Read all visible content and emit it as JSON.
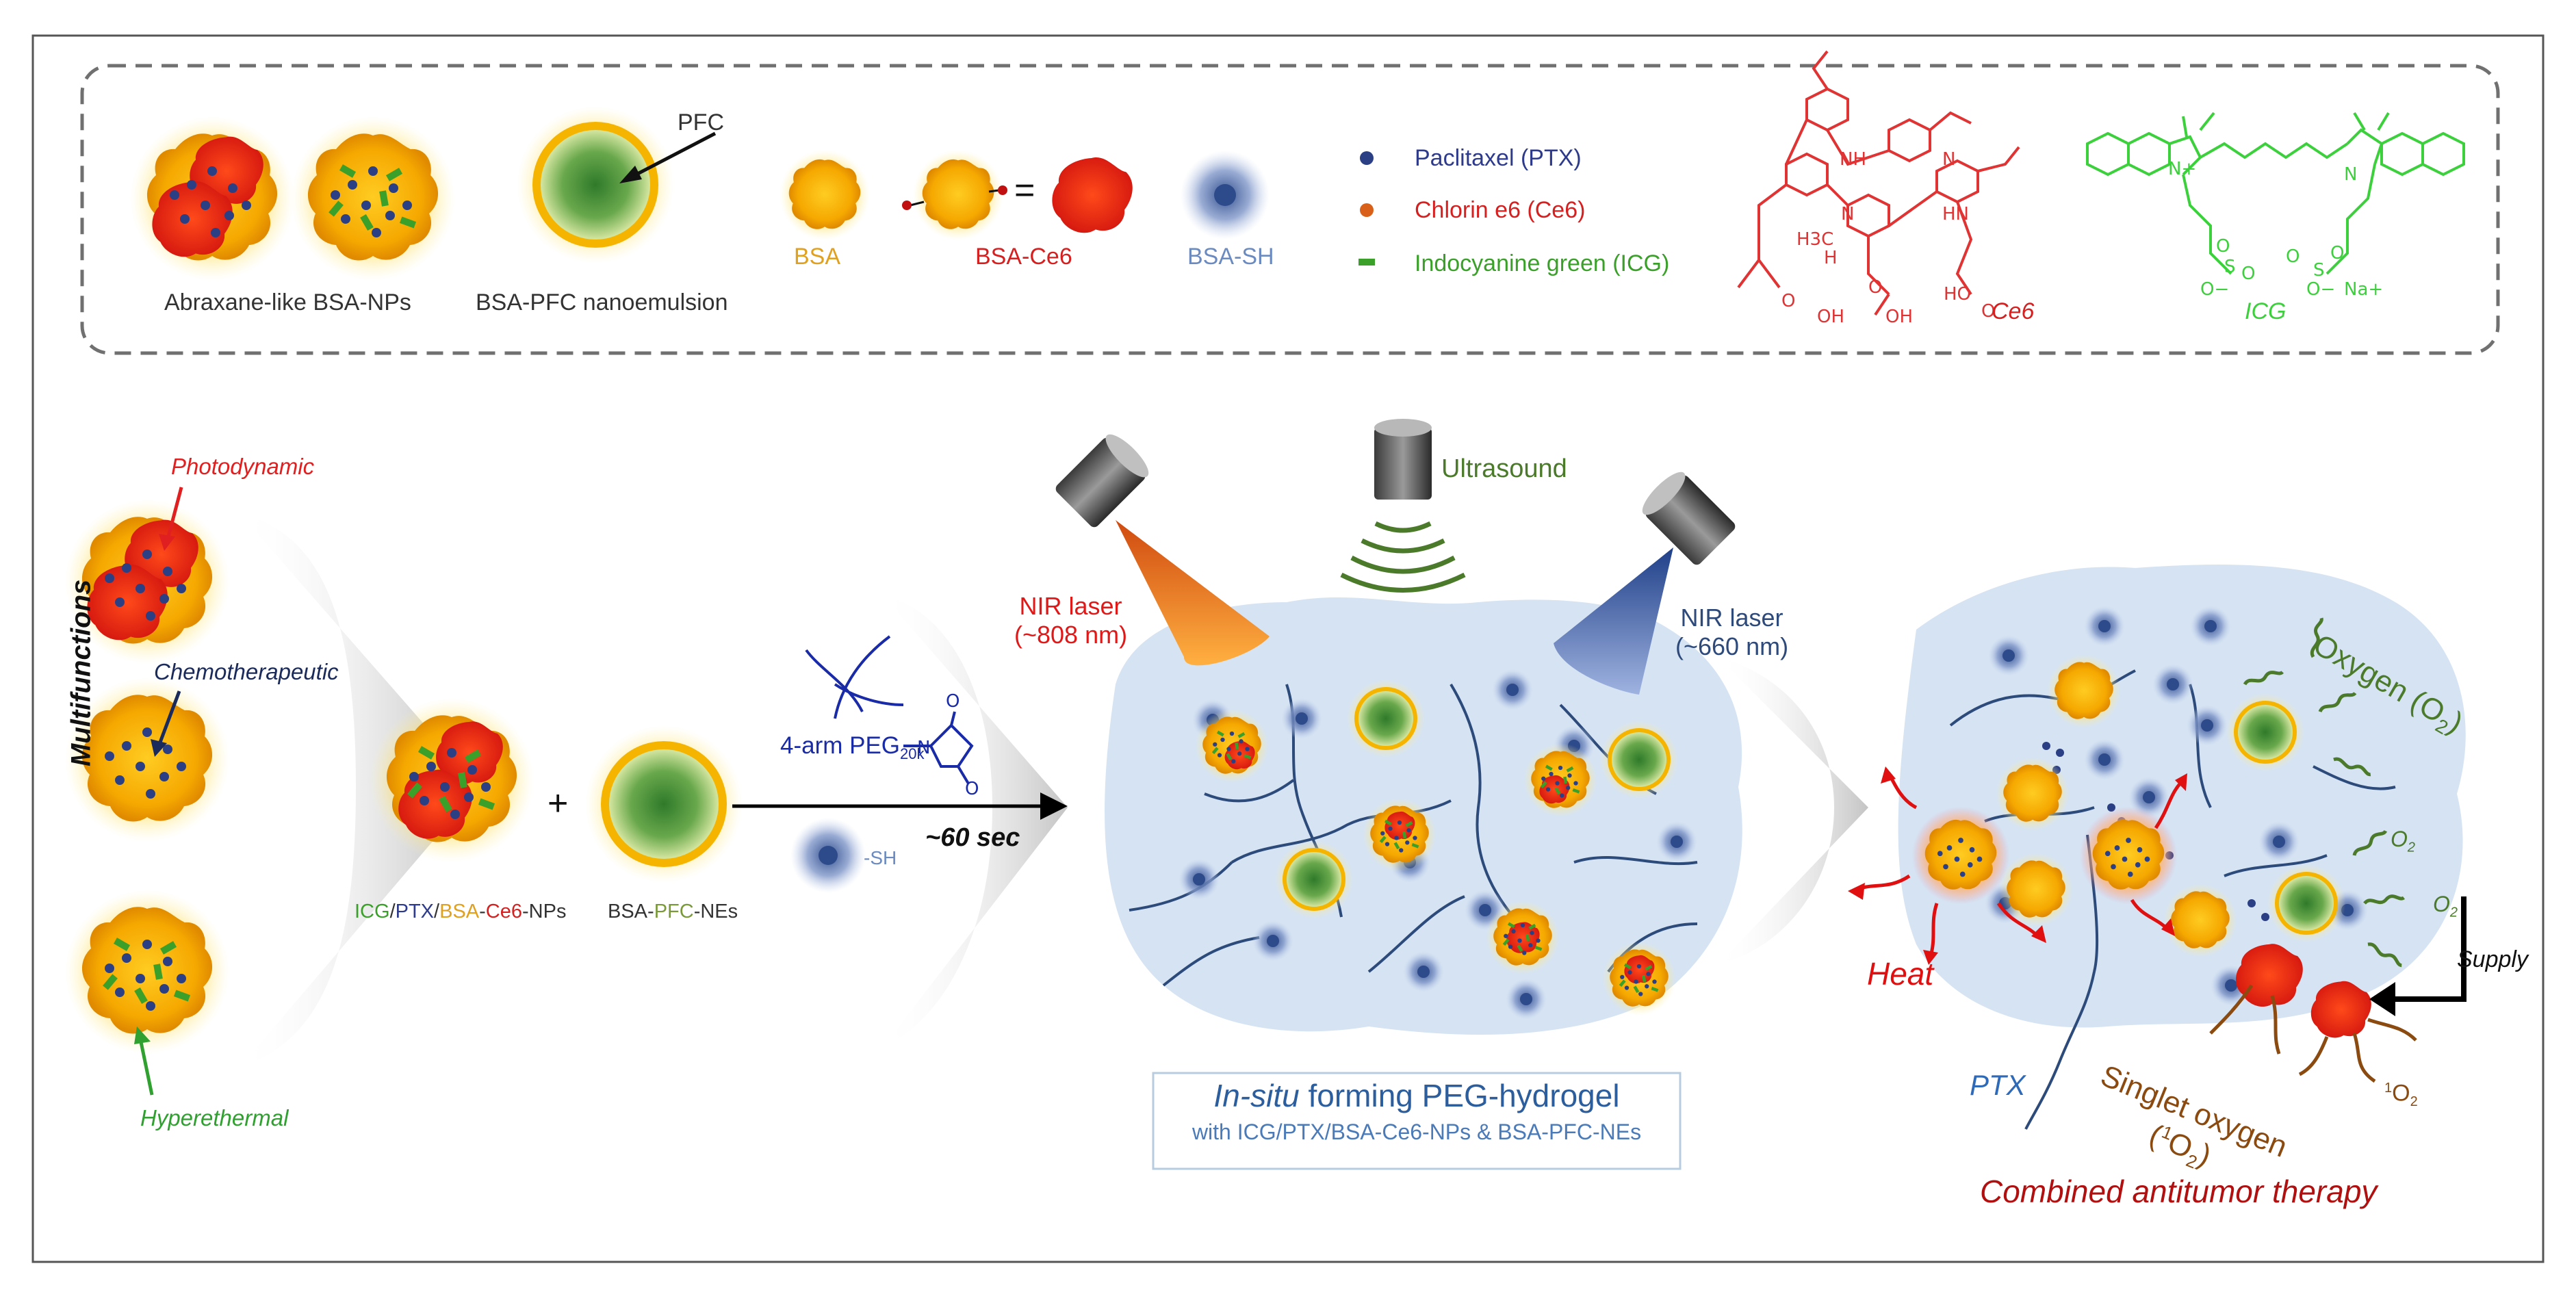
{
  "legend": {
    "abraxane_label": "Abraxane-like BSA-NPs",
    "nanoemulsion_label": "BSA-PFC nanoemulsion",
    "pfc_pointer": "PFC",
    "bsa_label": "BSA",
    "bsa_ce6_label": "BSA-Ce6",
    "equals_sign": "=",
    "bsa_sh_label": "BSA-SH",
    "keys": [
      {
        "text": "Paclitaxel (PTX)",
        "color": "#2e3b8c"
      },
      {
        "text": "Chlorin e6 (Ce6)",
        "color": "#d62020"
      },
      {
        "text": "Indocyanine green (ICG)",
        "color": "#3aa02a"
      }
    ],
    "ce6_struct": {
      "name": "Ce6",
      "nh": "NH",
      "n1": "N",
      "n2": "N",
      "hn": "HN",
      "h3c": "H3C",
      "h": "H",
      "oh1": "OH",
      "oh2": "OH",
      "ho": "HO",
      "o1": "O",
      "o2": "O",
      "o3": "O"
    },
    "icg_struct": {
      "name": "ICG",
      "nplus": "N+",
      "n": "N",
      "s1": "S",
      "s2": "S",
      "o1": "O",
      "o2": "O",
      "o3": "O",
      "o4": "O",
      "ominus1": "O−",
      "ominus2": "O−",
      "na": "Na+"
    }
  },
  "left_panel": {
    "photodynamic": "Photodynamic",
    "chemotherapeutic": "Chemotherapeutic",
    "hyperthermal": "Hyperethermal",
    "multifunctions": "Multifunctions"
  },
  "middle": {
    "np_label": {
      "icg": "ICG",
      "s1": "/",
      "ptx": "PTX",
      "s2": "/",
      "bsa": "BSA",
      "d1": "-",
      "ce6": "Ce6",
      "rest": "-NPs"
    },
    "ne_label": {
      "bsa": "BSA-",
      "pfc": "PFC",
      "rest": "-NEs"
    },
    "plus": "+",
    "peg_label": "4-arm PEG",
    "peg_sub": "20k",
    "mal_n": "N",
    "mal_o1": "O",
    "mal_o2": "O",
    "sh_label": "-SH",
    "time_label": "~60 sec"
  },
  "hydrogel": {
    "ultrasound": "Ultrasound",
    "laser1_line1": "NIR laser",
    "laser1_line2": "(~808 nm)",
    "laser2_line1": "NIR laser",
    "laser2_line2": "(~660 nm)",
    "caption_it": "In-situ",
    "caption_rest": " forming PEG-hydrogel",
    "caption_sub": "with ICG/PTX/BSA-Ce6-NPs & BSA-PFC-NEs"
  },
  "therapy": {
    "oxygen_label": "Oxygen (O",
    "oxygen_sub": "2",
    "oxygen_close": ")",
    "o2_a": "O",
    "o2_a_sub": "2",
    "o2_b": "O",
    "o2_b_sub": "2",
    "supply": "Supply",
    "heat": "Heat",
    "ptx": "PTX",
    "singlet_line1": "Singlet oxygen",
    "singlet_line2_open": "(",
    "singlet_sup": "1",
    "singlet_o": "O",
    "singlet_sub": "2",
    "singlet_close": ")",
    "one_o2_sup": "1",
    "one_o2": "O",
    "one_o2_sub": "2",
    "combined": "Combined antitumor therapy"
  }
}
